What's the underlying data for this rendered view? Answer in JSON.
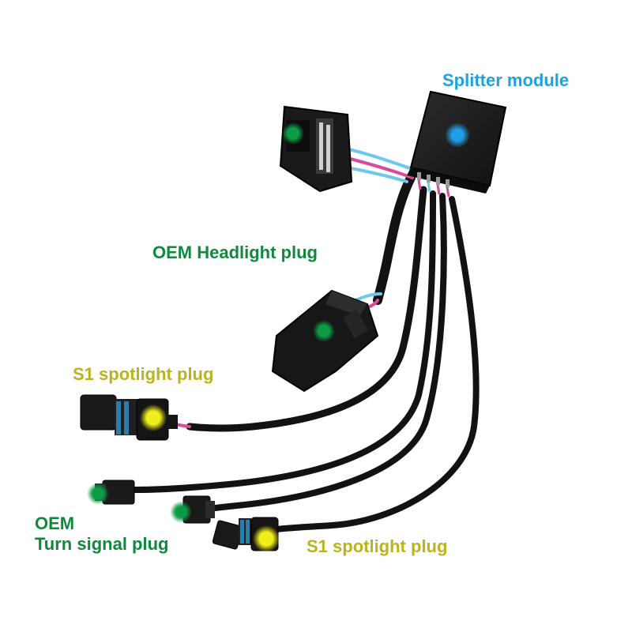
{
  "labels": {
    "splitter": "Splitter module",
    "oem_headlight": "OEM Headlight plug",
    "s1_spotlight_top": "S1 spotlight plug",
    "oem_turn_line1": "OEM",
    "oem_turn_line2": "Turn signal plug",
    "s1_spotlight_bottom": "S1 spotlight plug"
  },
  "colors": {
    "splitter_label": "#1aa3e0",
    "oem_label": "#0f8a3c",
    "s1_label": "#b9b41e",
    "marker_blue": "#1f9fe6",
    "marker_green": "#0c9a44",
    "marker_yellow": "#f0ee1a",
    "cable": "#121212",
    "wire_pink": "#d94a9a",
    "wire_blue": "#6ec8ee"
  }
}
